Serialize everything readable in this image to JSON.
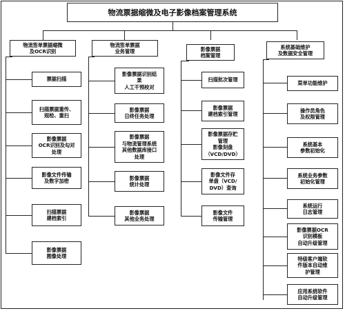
{
  "diagram": {
    "root": "物流票据缩微及电子影像档案管理系统",
    "branches": [
      {
        "title": "物流签单票据缩微\n及OCR识别",
        "items": [
          "票据扫描",
          "扫描票据重传、\n规检、重扫",
          "影像票据\nOCR识别及勾对\n处理",
          "影像文件传输\n及数字加密",
          "扫描票据\n建档索引",
          "影像票据\n图像处理"
        ]
      },
      {
        "title": "物流签单票据\n业务管理",
        "items": [
          "影像票据识别结\n果\n人工干预校对",
          "影像票据\n日终任务处理",
          "影像票据\n与物流管理系统\n其他数据库接口\n处理",
          "影像票据\n统计处理",
          "影像票据\n其他业务处理"
        ]
      },
      {
        "title": "影像票据\n档案管理",
        "items": [
          "扫描批次管理",
          "影像票据\n建档索引管理",
          "影像票据存贮\n管理\n影像刻盘\n（VCD/DVD）",
          "影像文件存\n单盘（VCD/\nDVD）查询",
          "影像文件\n传输管理"
        ]
      },
      {
        "title": "系统基础维护\n及数据安全管理",
        "items": [
          "菜单功能维护",
          "操作员角色\n及权限管理",
          "系统基本\n参数初始化",
          "系统业务参数\n初始化管理",
          "系统运行\n日志管理",
          "影像票据OCR\n识别模板\n自动升级管理",
          "特级客户端软\n件版本自动维\n护管理",
          "应用系统软件\n自动升级管理"
        ]
      }
    ]
  }
}
